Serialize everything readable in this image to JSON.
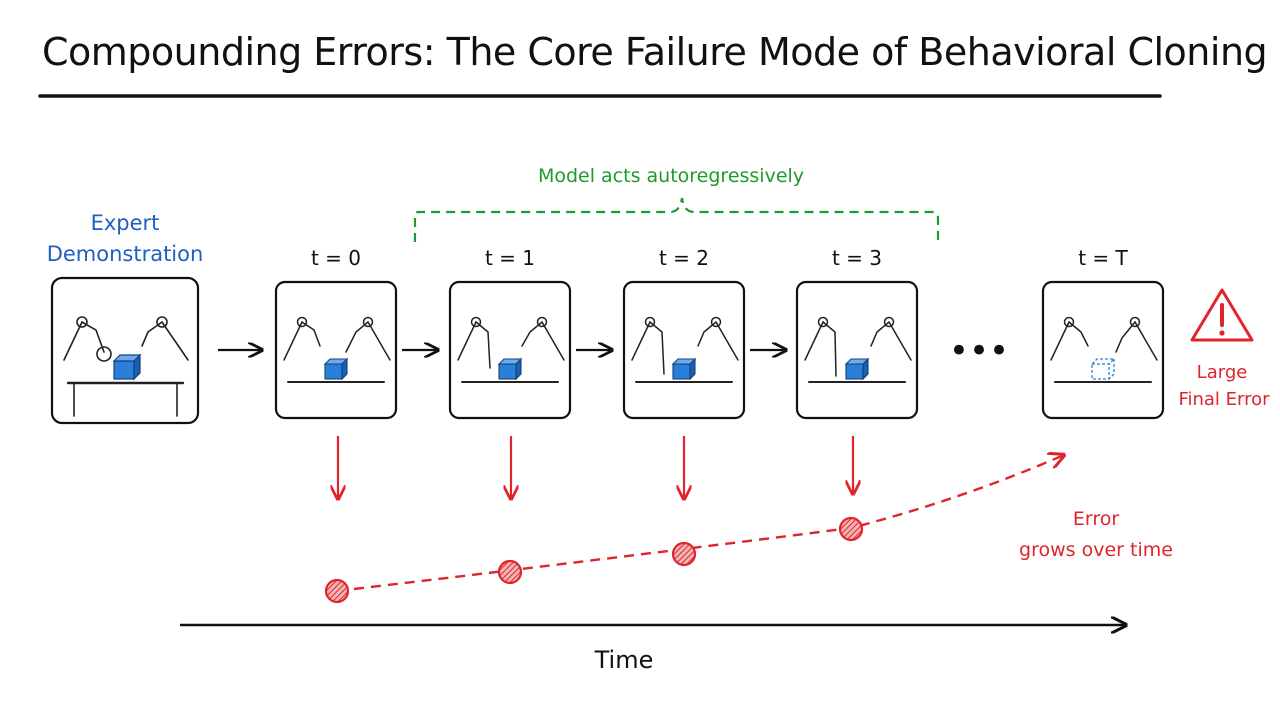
{
  "title": "Compounding Errors: The Core Failure Mode of Behavioral Cloning",
  "expert_label": [
    "Expert",
    "Demonstration"
  ],
  "autoregressive_label": "Model acts autoregressively",
  "frames": [
    {
      "label": "t = 0"
    },
    {
      "label": "t = 1"
    },
    {
      "label": "t = 2"
    },
    {
      "label": "t = 3"
    },
    {
      "label": "t = T"
    }
  ],
  "ellipsis": "•••",
  "final_error_label": [
    "Large",
    "Final Error"
  ],
  "error_label": [
    "Error",
    "grows over time"
  ],
  "time_axis_label": "Time",
  "colors": {
    "ink": "#111111",
    "expert_blue": "#1f5fbf",
    "cube_blue": "#2a7fd8",
    "green": "#1e9a2e",
    "red": "#e0242c"
  },
  "icons": {
    "warning": "warning-triangle-icon",
    "robot": "robot-arms-icon",
    "cube": "cube-icon"
  }
}
